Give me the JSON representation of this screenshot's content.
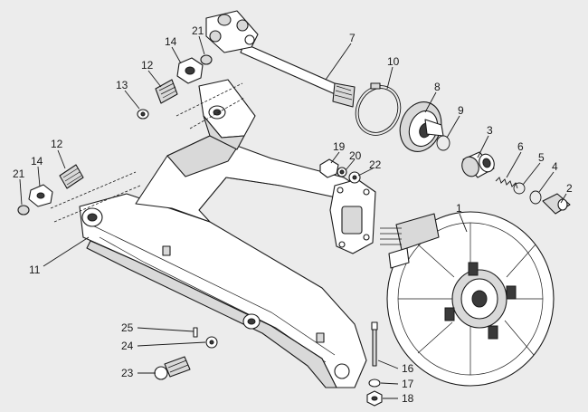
{
  "callouts": [
    {
      "n": "1"
    },
    {
      "n": "2"
    },
    {
      "n": "3"
    },
    {
      "n": "4"
    },
    {
      "n": "5"
    },
    {
      "n": "6"
    },
    {
      "n": "7"
    },
    {
      "n": "8"
    },
    {
      "n": "9"
    },
    {
      "n": "10"
    },
    {
      "n": "11"
    },
    {
      "n": "12"
    },
    {
      "n": "12"
    },
    {
      "n": "13"
    },
    {
      "n": "14"
    },
    {
      "n": "14"
    },
    {
      "n": "16"
    },
    {
      "n": "17"
    },
    {
      "n": "18"
    },
    {
      "n": "19"
    },
    {
      "n": "20"
    },
    {
      "n": "21"
    },
    {
      "n": "21"
    },
    {
      "n": "22"
    },
    {
      "n": "23"
    },
    {
      "n": "24"
    },
    {
      "n": "25"
    }
  ]
}
